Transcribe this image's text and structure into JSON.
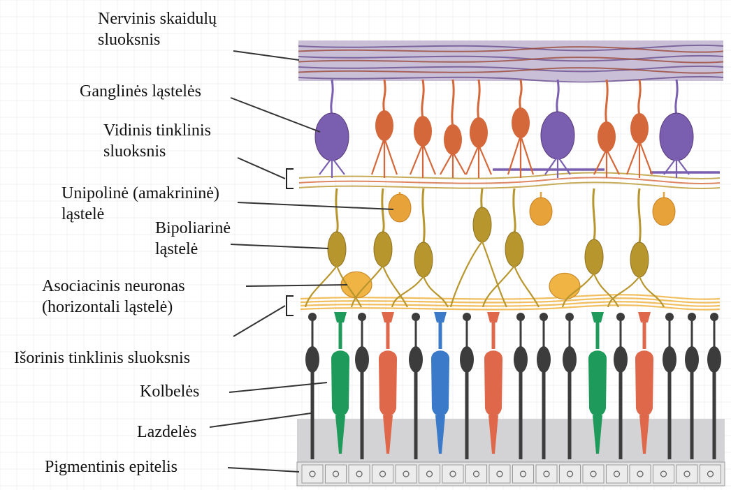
{
  "labels": {
    "nerve_fiber_layer": [
      "Nervinis  skaidulų",
      "sluoksnis"
    ],
    "ganglion_cells": "Ganglinės  ląstelės",
    "inner_plexiform_layer": [
      "Vidinis  tinklinis",
      "sluoksnis"
    ],
    "amacrine_cell": [
      "Unipolinė  (amakrininė)",
      "ląstelė"
    ],
    "bipolar_cell": [
      "Bipoliarinė",
      "ląstelė"
    ],
    "horizontal_cell": [
      "Asociacinis  neuronas",
      "(horizontali  ląstelė)"
    ],
    "outer_plexiform_layer": "Išorinis  tinklinis  sluoksnis",
    "cones": "Kolbelės",
    "rods": "Lazdelės",
    "pigment_epithelium": "Pigmentinis  epitelis"
  },
  "colors": {
    "fiber_band": "#c9bfd6",
    "fiber_line_purple": "#6a4f8f",
    "fiber_line_red": "#9b4a3a",
    "ganglion_purple": "#7a5fb0",
    "ganglion_orange": "#d4683a",
    "bipolar": "#b8962e",
    "amacrine": "#e8a23a",
    "horizontal": "#f0b444",
    "rod": "#3c3c3c",
    "cone_green": "#1e9a5a",
    "cone_red": "#e0684a",
    "cone_blue": "#3a7ac8",
    "outer_segment_band": "#d3d3d6",
    "epithelium": "#e6e6e6",
    "leader_line": "#333333"
  }
}
